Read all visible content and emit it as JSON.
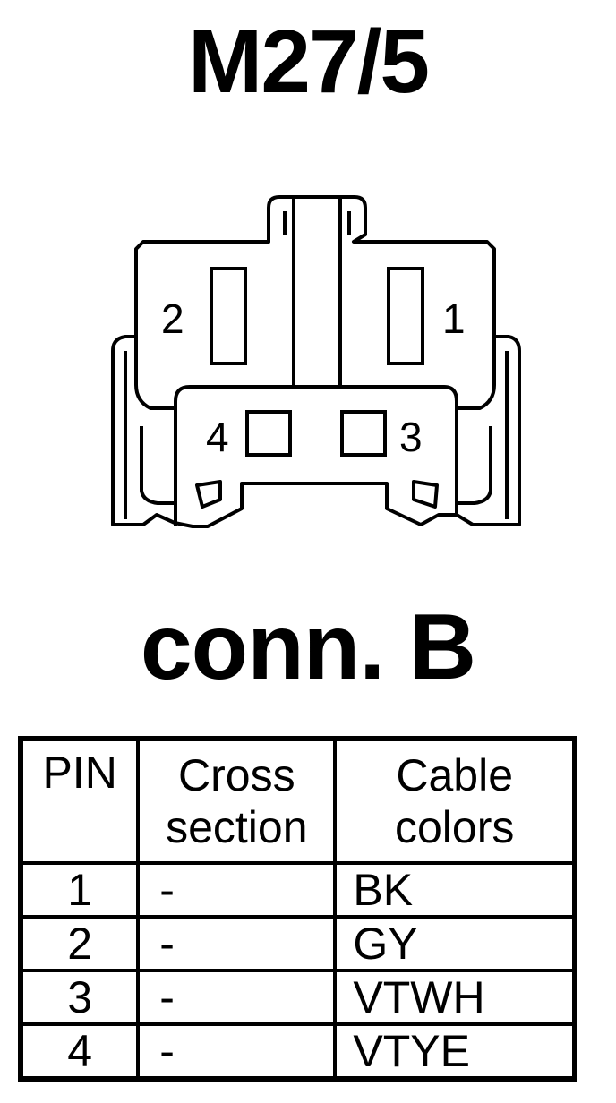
{
  "title": "M27/5",
  "subtitle": "conn. B",
  "connector_pins": [
    {
      "label": "1"
    },
    {
      "label": "2"
    },
    {
      "label": "3"
    },
    {
      "label": "4"
    }
  ],
  "table": {
    "headers": {
      "pin": "PIN",
      "cross_line1": "Cross",
      "cross_line2": "section",
      "color_line1": "Cable",
      "color_line2": "colors"
    },
    "rows": [
      {
        "pin": "1",
        "cross": "-",
        "color": "BK"
      },
      {
        "pin": "2",
        "cross": "-",
        "color": "GY"
      },
      {
        "pin": "3",
        "cross": "-",
        "color": "VTWH"
      },
      {
        "pin": "4",
        "cross": "-",
        "color": "VTYE"
      }
    ]
  }
}
